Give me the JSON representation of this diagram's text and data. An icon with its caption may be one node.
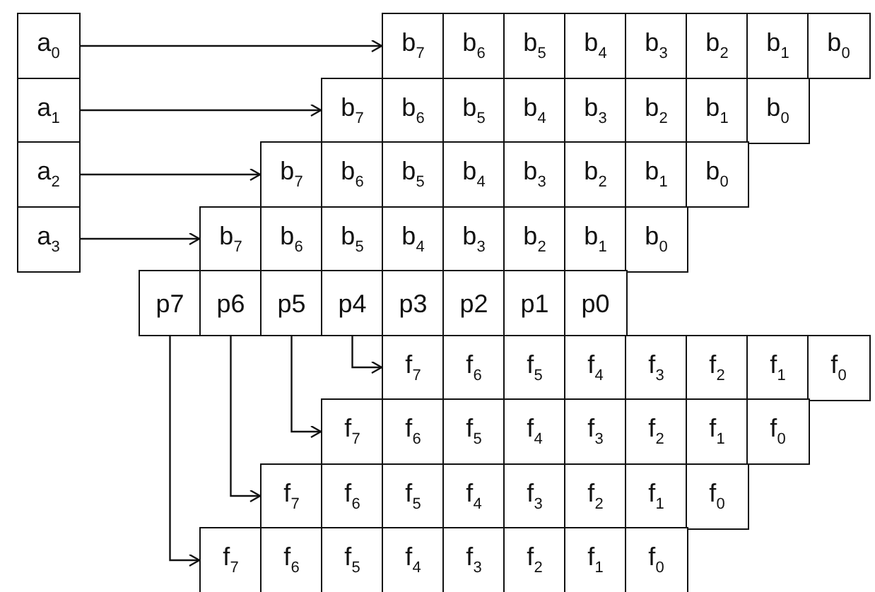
{
  "diagram": {
    "nodes": [
      {
        "text": [
          "a$_{0}$"
        ]
      },
      {
        "text": [
          "b$_{7}$"
        ]
      },
      {
        "text": [
          "b$_{6}$"
        ]
      },
      {
        "text": [
          "b$_{5}$"
        ]
      },
      {
        "text": [
          "b$_{4}$"
        ]
      },
      {
        "text": [
          "b$_{3}$"
        ]
      },
      {
        "text": [
          "b$_{2}$"
        ]
      },
      {
        "text": [
          "b$_{1}$"
        ]
      },
      {
        "text": [
          "b$_{0}$"
        ]
      },
      {
        "text": [
          "a$_{1}$"
        ]
      },
      {
        "text": [
          "b$_{7}$"
        ]
      },
      {
        "text": [
          "b$_{6}$"
        ]
      },
      {
        "text": [
          "b$_{5}$"
        ]
      },
      {
        "text": [
          "b$_{4}$"
        ]
      },
      {
        "text": [
          "b$_{3}$"
        ]
      },
      {
        "text": [
          "b$_{2}$"
        ]
      },
      {
        "text": [
          "b$_{1}$"
        ]
      },
      {
        "text": [
          "b$_{0}$"
        ]
      },
      {
        "text": [
          "a$_{2}$"
        ]
      },
      {
        "text": [
          "b$_{7}$"
        ]
      },
      {
        "text": [
          "b$_{6}$"
        ]
      },
      {
        "text": [
          "b$_{5}$"
        ]
      },
      {
        "text": [
          "b$_{4}$"
        ]
      },
      {
        "text": [
          "b$_{3}$"
        ]
      },
      {
        "text": [
          "b$_{2}$"
        ]
      },
      {
        "text": [
          "b$_{1}$"
        ]
      },
      {
        "text": [
          "b$_{0}$"
        ]
      },
      {
        "text": [
          "a$_{3}$"
        ]
      },
      {
        "text": [
          "b$_{7}$"
        ]
      },
      {
        "text": [
          "b$_{6}$"
        ]
      },
      {
        "text": [
          "b$_{5}$"
        ]
      },
      {
        "text": [
          "b$_{4}$"
        ]
      },
      {
        "text": [
          "b$_{3}$"
        ]
      },
      {
        "text": [
          "b$_{2}$"
        ]
      },
      {
        "text": [
          "b$_{1}$"
        ]
      },
      {
        "text": [
          "b$_{0}$"
        ]
      },
      {
        "text": [
          "p7"
        ]
      },
      {
        "text": [
          "p6"
        ]
      },
      {
        "text": [
          "p5"
        ]
      },
      {
        "text": [
          "p4"
        ]
      },
      {
        "text": [
          "p3"
        ]
      },
      {
        "text": [
          "p2"
        ]
      },
      {
        "text": [
          "p1"
        ]
      },
      {
        "text": [
          "p0"
        ]
      },
      {
        "text": [
          "f$_{7}$"
        ]
      },
      {
        "text": [
          "f$_{6}$"
        ]
      },
      {
        "text": [
          "f$_{5}$"
        ]
      },
      {
        "text": [
          "f$_{4}$"
        ]
      },
      {
        "text": [
          "f$_{3}$"
        ]
      },
      {
        "text": [
          "f$_{2}$"
        ]
      },
      {
        "text": [
          "f$_{1}$"
        ]
      },
      {
        "text": [
          "f$_{0}$"
        ]
      },
      {
        "text": [
          "f$_{7}$"
        ]
      },
      {
        "text": [
          "f$_{6}$"
        ]
      },
      {
        "text": [
          "f$_{5}$"
        ]
      },
      {
        "text": [
          "f$_{4}$"
        ]
      },
      {
        "text": [
          "f$_{3}$"
        ]
      },
      {
        "text": [
          "f$_{2}$"
        ]
      },
      {
        "text": [
          "f$_{1}$"
        ]
      },
      {
        "text": [
          "f$_{0}$"
        ]
      },
      {
        "text": [
          "f$_{7}$"
        ]
      },
      {
        "text": [
          "f$_{6}$"
        ]
      },
      {
        "text": [
          "f$_{5}$"
        ]
      },
      {
        "text": [
          "f$_{4}$"
        ]
      },
      {
        "text": [
          "f$_{3}$"
        ]
      },
      {
        "text": [
          "f$_{2}$"
        ]
      },
      {
        "text": [
          "f$_{1}$"
        ]
      },
      {
        "text": [
          "f$_{0}$"
        ]
      },
      {
        "text": [
          "f$_{7}$"
        ]
      },
      {
        "text": [
          "f$_{6}$"
        ]
      },
      {
        "text": [
          "f$_{5}$"
        ]
      },
      {
        "text": [
          "f$_{4}$"
        ]
      },
      {
        "text": [
          "f$_{3}$"
        ]
      },
      {
        "text": [
          "f$_{2}$"
        ]
      },
      {
        "text": [
          "f$_{1}$"
        ]
      },
      {
        "text": [
          "f$_{0}$"
        ]
      }
    ],
    "edges": [
      {
        "from": 0,
        "to": 1,
        "arrow": "to"
      },
      {
        "from": 9,
        "to": 10,
        "arrow": "to"
      },
      {
        "from": 18,
        "to": 19,
        "arrow": "to"
      },
      {
        "from": 27,
        "to": 28,
        "arrow": "to"
      },
      {
        "from": 39,
        "to": 44,
        "arrow": "to"
      },
      {
        "from": 38,
        "to": 52,
        "arrow": "to"
      },
      {
        "from": 37,
        "to": 60,
        "arrow": "to"
      },
      {
        "from": 36,
        "to": 68,
        "arrow": "to"
      }
    ]
  }
}
